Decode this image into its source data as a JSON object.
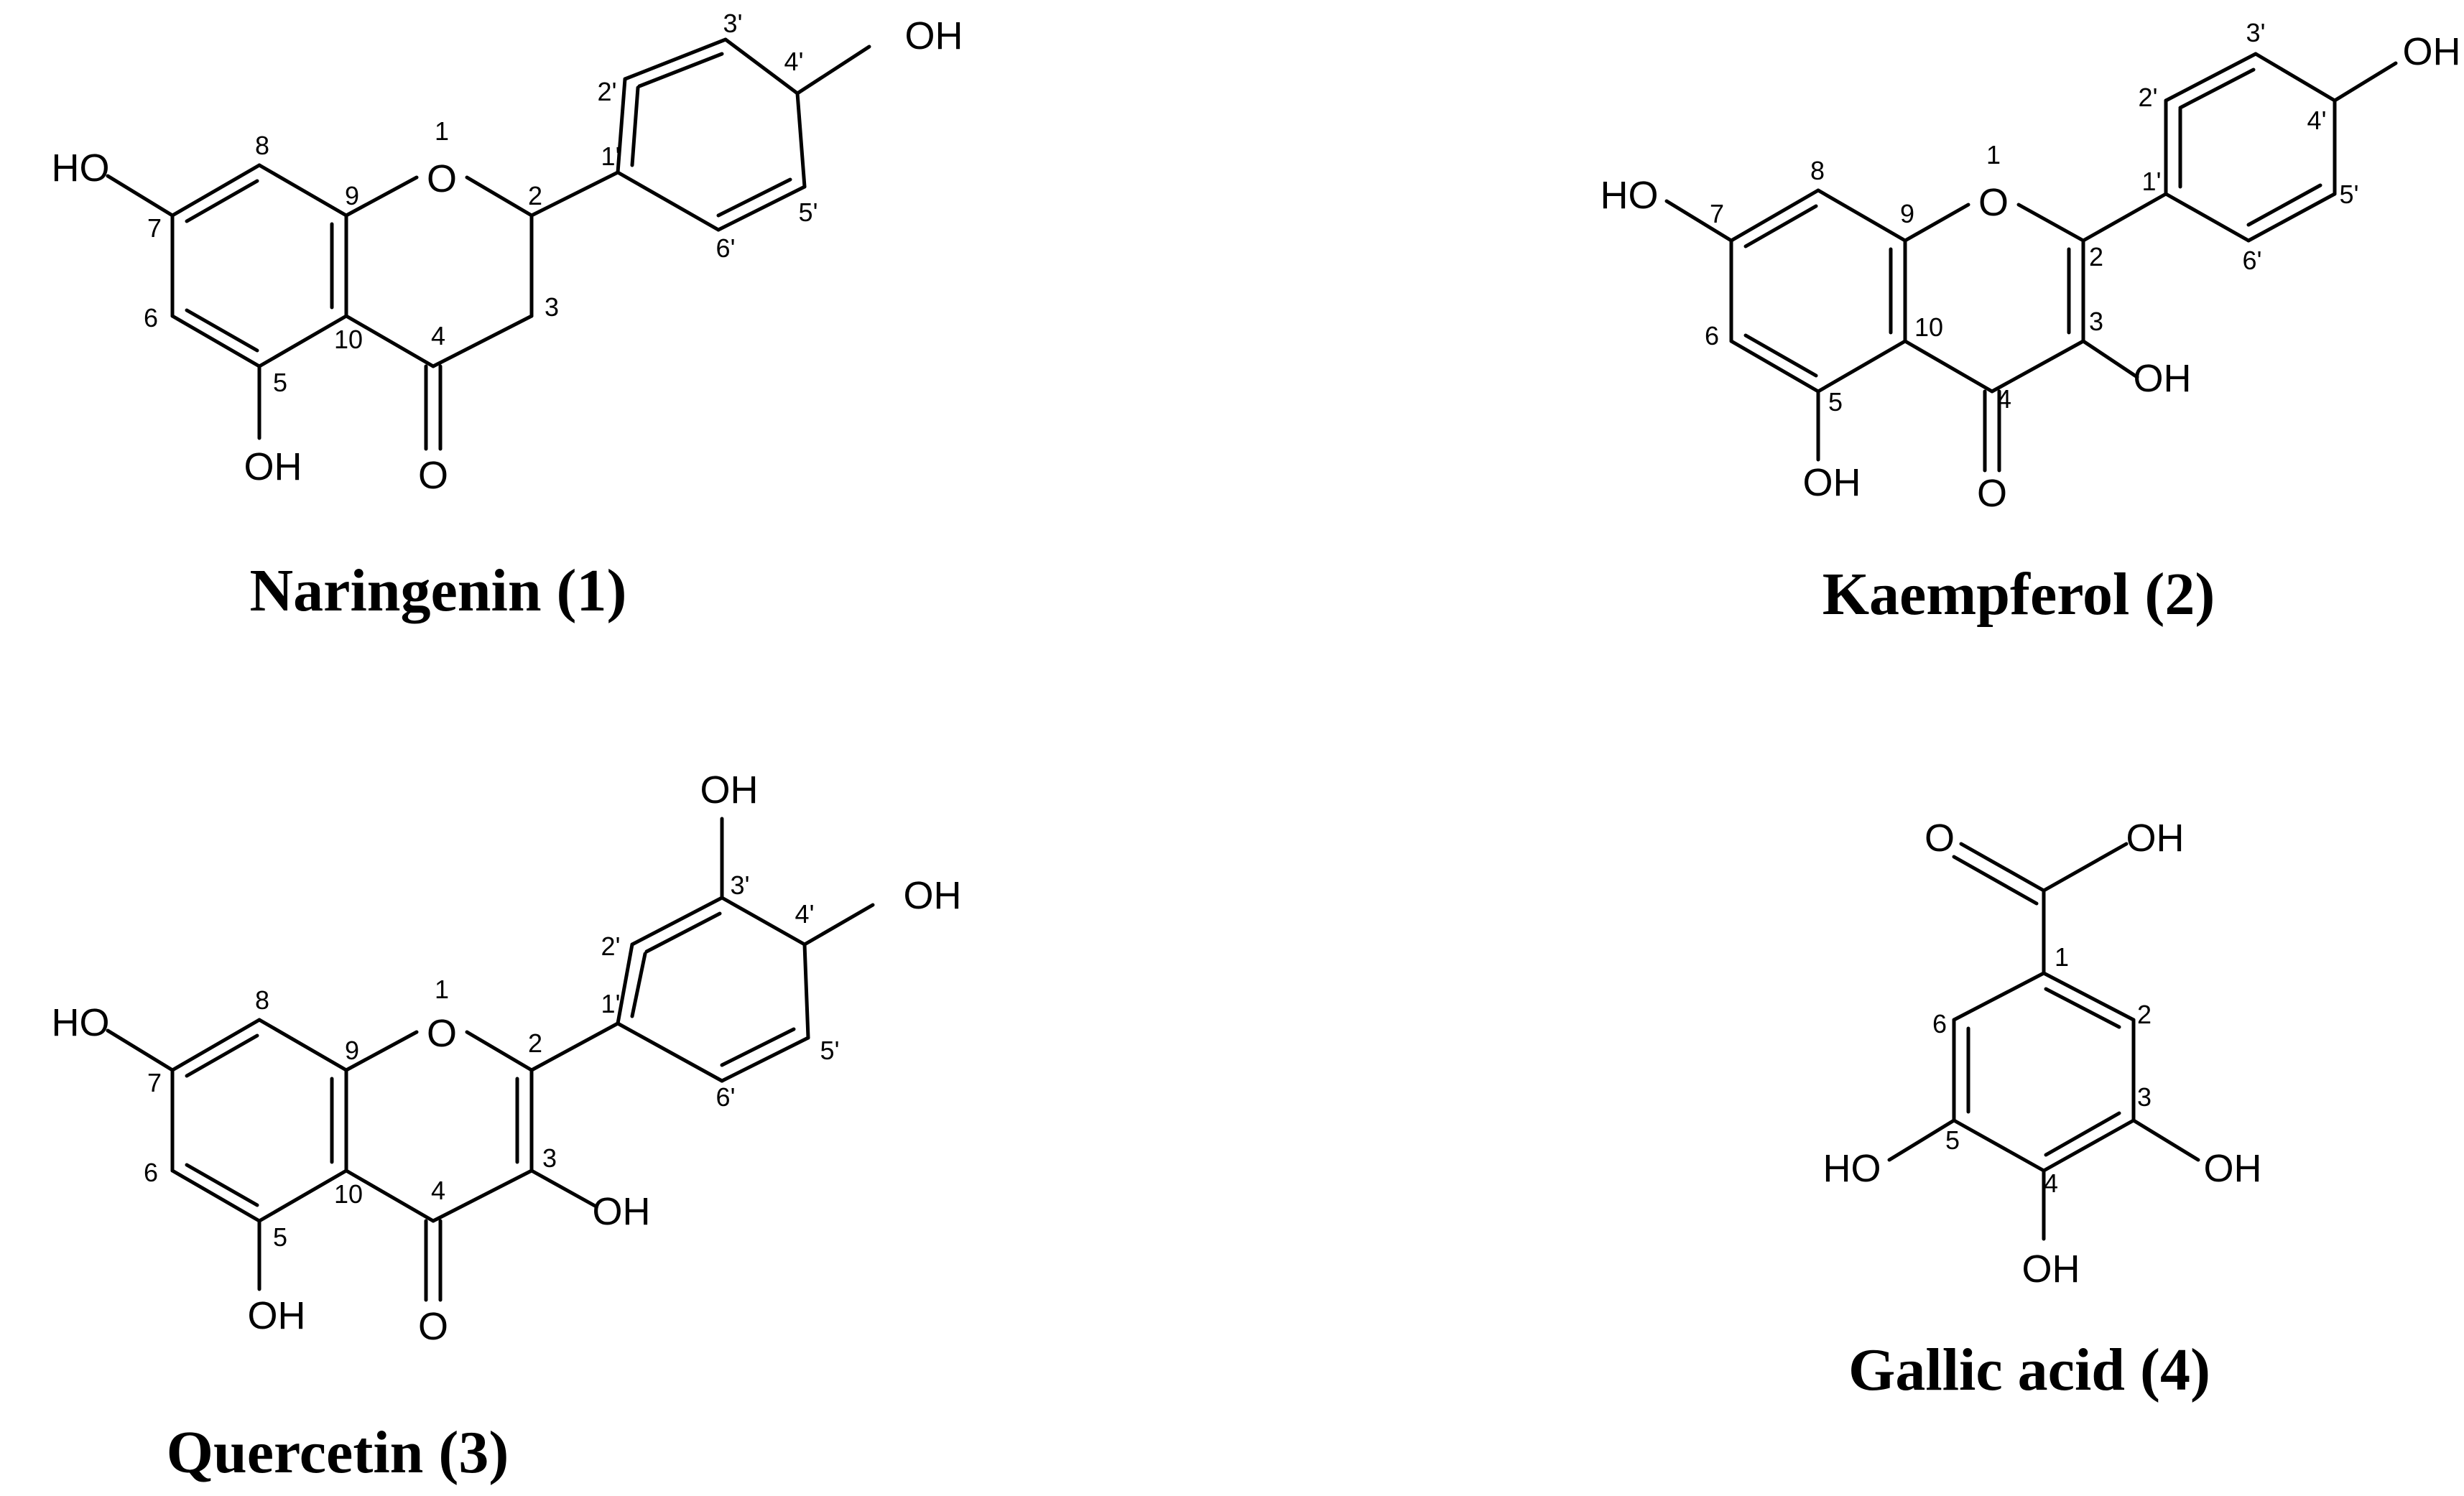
{
  "compounds": [
    {
      "name": "Naringenin (1)",
      "hydroxyls": [
        "HO",
        "OH",
        "OH"
      ],
      "ring_oxygen": "O",
      "carbonyl_oxygen": "O",
      "numbering": [
        "1",
        "2",
        "3",
        "4",
        "5",
        "6",
        "7",
        "8",
        "9",
        "10",
        "1'",
        "2'",
        "3'",
        "4'",
        "5'",
        "6'"
      ]
    },
    {
      "name": "Kaempferol (2)",
      "hydroxyls": [
        "HO",
        "OH",
        "OH",
        "OH"
      ],
      "ring_oxygen": "O",
      "carbonyl_oxygen": "O",
      "numbering": [
        "1",
        "2",
        "3",
        "4",
        "5",
        "6",
        "7",
        "8",
        "9",
        "10",
        "1'",
        "2'",
        "3'",
        "4'",
        "5'",
        "6'"
      ]
    },
    {
      "name": "Quercetin (3)",
      "hydroxyls": [
        "HO",
        "OH",
        "OH",
        "OH",
        "OH"
      ],
      "ring_oxygen": "O",
      "carbonyl_oxygen": "O",
      "numbering": [
        "1",
        "2",
        "3",
        "4",
        "5",
        "6",
        "7",
        "8",
        "9",
        "10",
        "1'",
        "2'",
        "3'",
        "4'",
        "5'",
        "6'"
      ]
    },
    {
      "name": "Gallic acid (4)",
      "hydroxyls": [
        "HO",
        "OH",
        "OH"
      ],
      "acid_labels": [
        "O",
        "OH"
      ],
      "numbering": [
        "1",
        "2",
        "3",
        "4",
        "5",
        "6"
      ]
    }
  ]
}
